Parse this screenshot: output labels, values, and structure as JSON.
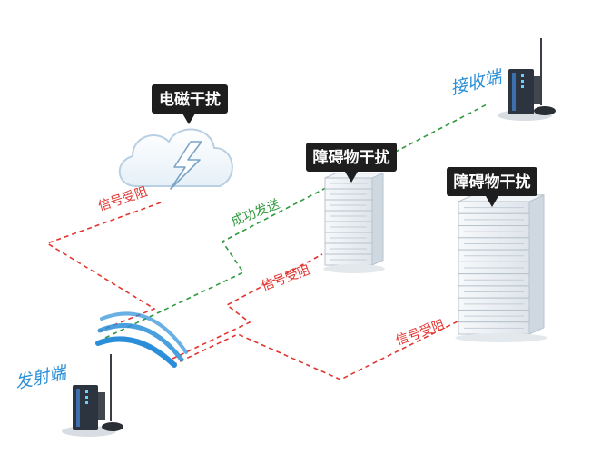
{
  "labels": {
    "transmitter": "发射端",
    "receiver": "接收端"
  },
  "callouts": {
    "electromagnetic": "电磁干扰",
    "obstacle_small": "障碍物干扰",
    "obstacle_large": "障碍物干扰"
  },
  "paths": {
    "blocked_em": "信号受阻",
    "success": "成功发送",
    "blocked_small": "信号受阻",
    "blocked_large": "信号受阻"
  },
  "colors": {
    "blocked": "#e2342e",
    "success": "#2f9a3c",
    "label_blue": "#2a8fd8",
    "callout_bg": "#1e1e1e",
    "wave": "#2a8fd8"
  },
  "icons": {
    "transmitter": "radio-device-icon",
    "receiver": "radio-device-icon",
    "interference": "lightning-cloud-icon",
    "obstacle": "server-stack-icon",
    "signal": "signal-wave-icon"
  }
}
